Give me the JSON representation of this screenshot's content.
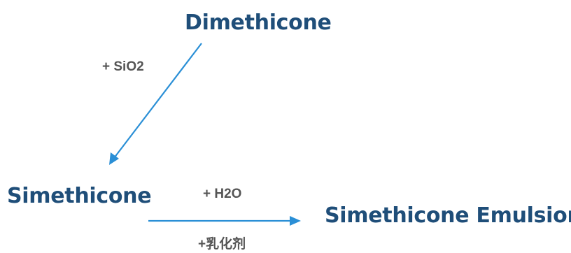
{
  "colors": {
    "node_text": "#1f4e79",
    "label_text": "#555555",
    "arrow": "#2a8fd6"
  },
  "nodes": {
    "dimethicone": "Dimethicone",
    "simethicone": "Simethicone",
    "simethicone_emulsion": "Simethicone Emulsion"
  },
  "edges": {
    "dimethicone_to_simethicone": {
      "label": "+ SiO2"
    },
    "simethicone_to_emulsion": {
      "label_top": "+ H2O",
      "label_bottom": "+乳化剂"
    }
  }
}
